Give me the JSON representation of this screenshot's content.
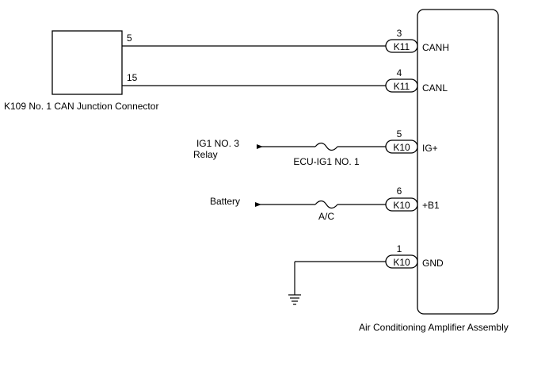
{
  "junction_connector": {
    "label": "K109  No. 1 CAN Junction Connector",
    "pins": [
      "5",
      "15"
    ]
  },
  "amplifier": {
    "label": "Air Conditioning Amplifier Assembly"
  },
  "terminals": [
    {
      "pin": "3",
      "connector": "K11",
      "signal": "CANH"
    },
    {
      "pin": "4",
      "connector": "K11",
      "signal": "CANL"
    },
    {
      "pin": "5",
      "connector": "K10",
      "signal": "IG+"
    },
    {
      "pin": "6",
      "connector": "K10",
      "signal": "+B1"
    },
    {
      "pin": "1",
      "connector": "K10",
      "signal": "GND"
    }
  ],
  "sources": {
    "ig1_line1": "IG1 NO. 3",
    "ig1_line2": "Relay",
    "battery": "Battery"
  },
  "fuses": {
    "ig": "ECU-IG1 NO. 1",
    "battery": "A/C"
  }
}
